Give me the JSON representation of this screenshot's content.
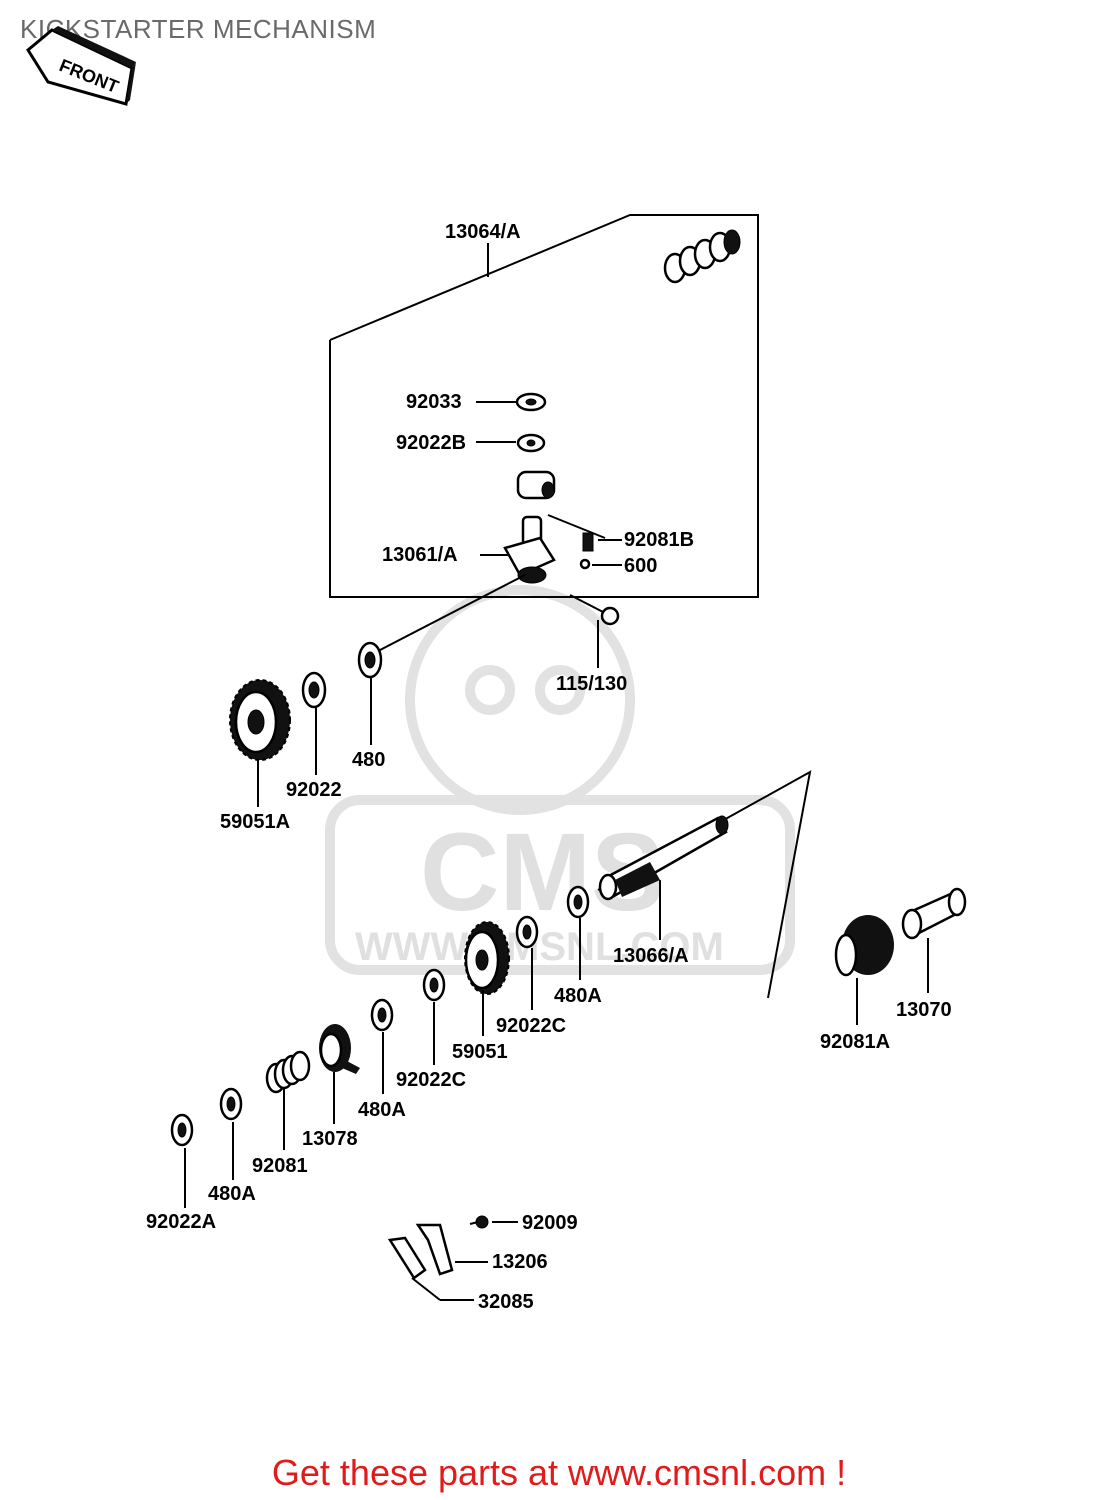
{
  "page": {
    "title": "KICKSTARTER MECHANISM",
    "front_badge": "FRONT",
    "footer": "Get these parts at www.cmsnl.com !"
  },
  "watermark": {
    "logo_text": "CMS",
    "url_text": "WWW.CMSNL.COM"
  },
  "parts": [
    {
      "id": "p1",
      "label": "13064/A"
    },
    {
      "id": "p2",
      "label": "92033"
    },
    {
      "id": "p3",
      "label": "92022B"
    },
    {
      "id": "p4",
      "label": "92081B"
    },
    {
      "id": "p5",
      "label": "13061/A"
    },
    {
      "id": "p6",
      "label": "600"
    },
    {
      "id": "p7",
      "label": "115/130"
    },
    {
      "id": "p8",
      "label": "480"
    },
    {
      "id": "p9",
      "label": "92022"
    },
    {
      "id": "p10",
      "label": "59051A"
    },
    {
      "id": "p11",
      "label": "13066/A"
    },
    {
      "id": "p12",
      "label": "480A"
    },
    {
      "id": "p13",
      "label": "92022C"
    },
    {
      "id": "p14",
      "label": "59051"
    },
    {
      "id": "p15",
      "label": "92022C"
    },
    {
      "id": "p16",
      "label": "480A"
    },
    {
      "id": "p17",
      "label": "13078"
    },
    {
      "id": "p18",
      "label": "92081"
    },
    {
      "id": "p19",
      "label": "480A"
    },
    {
      "id": "p20",
      "label": "92022A"
    },
    {
      "id": "p21",
      "label": "13070"
    },
    {
      "id": "p22",
      "label": "92081A"
    },
    {
      "id": "p23",
      "label": "92009"
    },
    {
      "id": "p24",
      "label": "13206"
    },
    {
      "id": "p25",
      "label": "32085"
    }
  ]
}
